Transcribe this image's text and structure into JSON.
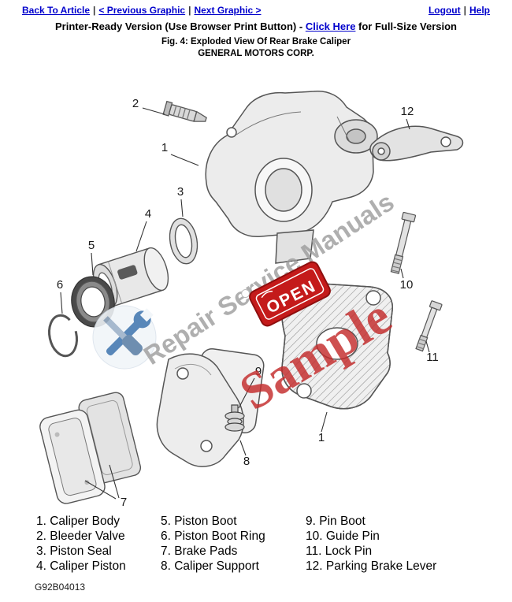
{
  "nav": {
    "back_to_article": "Back To Article",
    "previous_graphic": "< Previous Graphic",
    "next_graphic": "Next Graphic >",
    "logout": "Logout",
    "help": "Help",
    "separator": "|"
  },
  "header": {
    "printer_ready_prefix": "Printer-Ready Version (Use Browser Print Button) - ",
    "full_size_link": "Click Here",
    "printer_ready_suffix": " for Full-Size Version",
    "figure_title": "Fig. 4: Exploded View Of Rear Brake Caliper",
    "manufacturer": "GENERAL MOTORS CORP."
  },
  "diagram": {
    "callouts": {
      "c1_top": "1",
      "c1_bottom": "1",
      "c2": "2",
      "c3": "3",
      "c4": "4",
      "c5": "5",
      "c6": "6",
      "c7": "7",
      "c8": "8",
      "c9": "9",
      "c10": "10",
      "c11": "11",
      "c12": "12"
    },
    "watermark": {
      "brand": "Repair Service Manuals",
      "sample": "Sample",
      "open_sign": "OPEN"
    },
    "colors": {
      "watermark_gray": "#9c9c9c",
      "sample_red": "#c42b2b",
      "open_sign_red": "#c41a1a",
      "tool_blue": "#4277b0",
      "line_art": "#555555"
    }
  },
  "legend": {
    "columns": [
      {
        "items": [
          "1. Caliper Body",
          "2. Bleeder Valve",
          "3. Piston Seal",
          "4. Caliper Piston"
        ]
      },
      {
        "items": [
          "5. Piston Boot",
          "6. Piston Boot Ring",
          "7. Brake Pads",
          "8. Caliper Support"
        ]
      },
      {
        "items": [
          "9. Pin Boot",
          "10. Guide Pin",
          "11. Lock Pin",
          "12. Parking Brake Lever"
        ]
      }
    ]
  },
  "footer": {
    "figure_code": "G92B04013"
  }
}
